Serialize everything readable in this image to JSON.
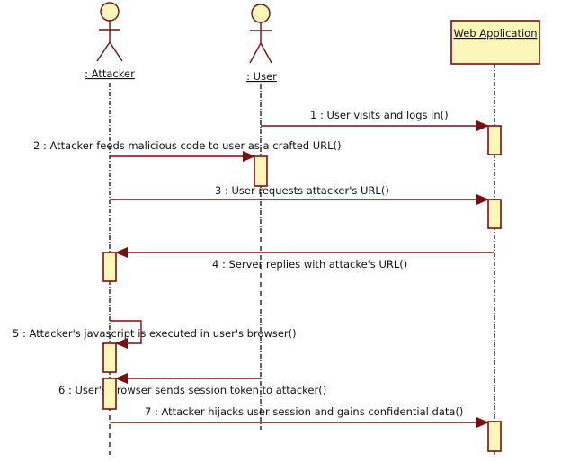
{
  "diagram": {
    "type": "sequence",
    "colors": {
      "line": "#7a0f0f",
      "fill": "#fbf7b8",
      "text": "#111111"
    },
    "participants": [
      {
        "id": "attacker",
        "kind": "actor",
        "label": ": Attacker"
      },
      {
        "id": "user",
        "kind": "actor",
        "label": ": User"
      },
      {
        "id": "webapp",
        "kind": "object",
        "label": "Web Application"
      }
    ],
    "messages": [
      {
        "number": 1,
        "from": "user",
        "to": "webapp",
        "label": "1 : User visits and logs in()"
      },
      {
        "number": 2,
        "from": "attacker",
        "to": "user",
        "label": "2 : Attacker feeds malicious code to user as a crafted URL()"
      },
      {
        "number": 3,
        "from": "attacker",
        "to": "webapp",
        "label": "3 : User requests attacker's URL()"
      },
      {
        "number": 4,
        "from": "webapp",
        "to": "attacker",
        "label": "4 : Server replies with attacke's URL()"
      },
      {
        "number": 5,
        "from": "attacker",
        "to": "attacker",
        "label": "5 : Attacker's javascript is executed in user's browser()"
      },
      {
        "number": 6,
        "from": "user",
        "to": "attacker",
        "label": "6 : User's browser sends session token to attacker()"
      },
      {
        "number": 7,
        "from": "attacker",
        "to": "webapp",
        "label": "7 : Attacker hijacks user session and gains confidential data()"
      }
    ]
  }
}
